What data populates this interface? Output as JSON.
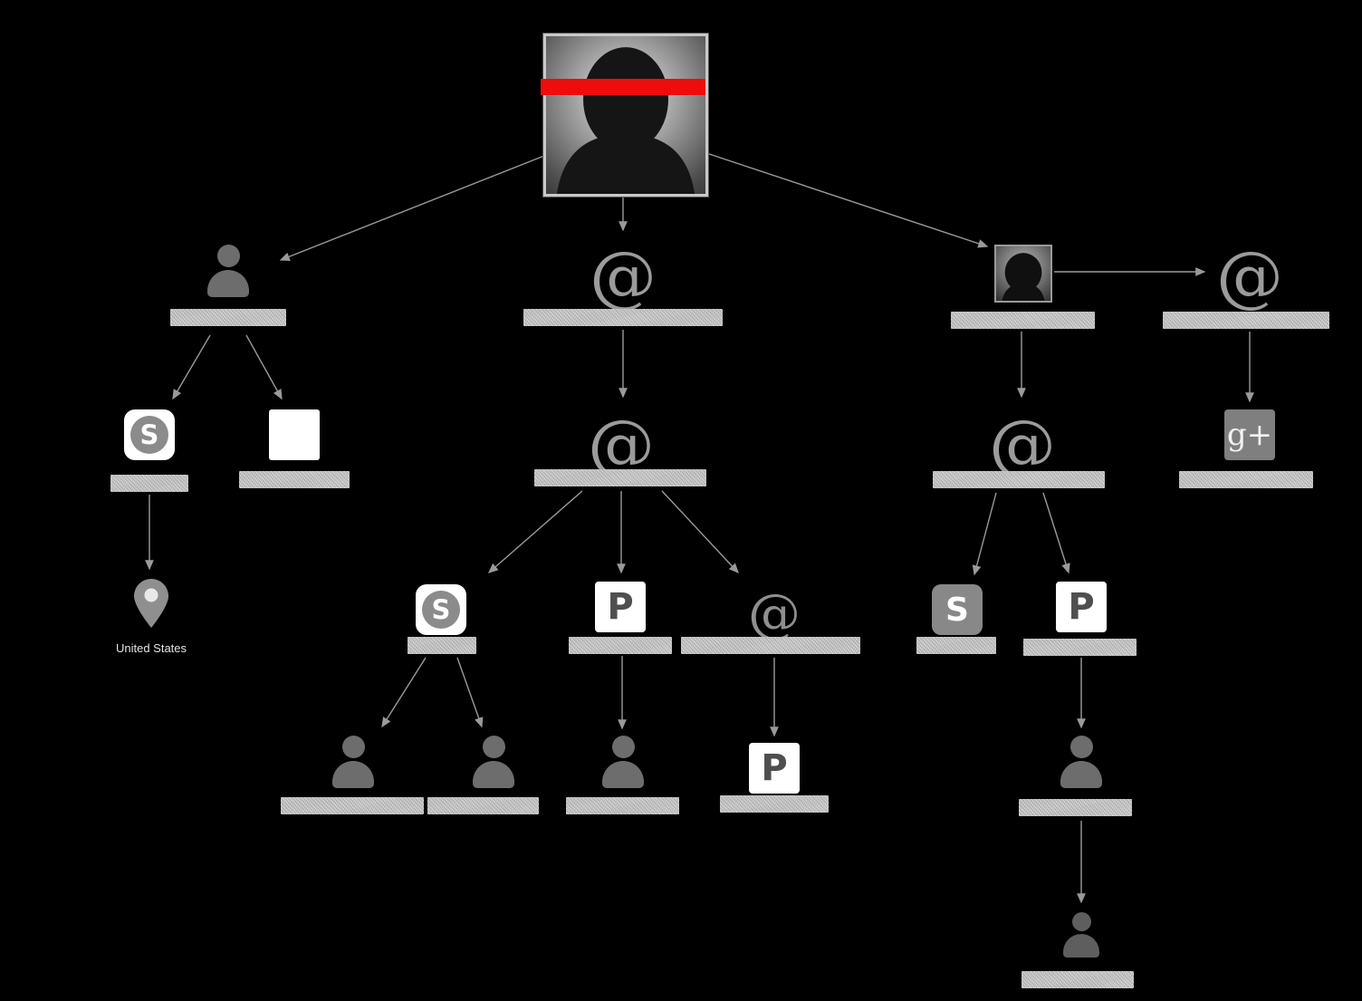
{
  "diagram": {
    "tool": "link-analysis-graph",
    "background_color": "#000000",
    "redaction_bar_color": "#ee0c0c",
    "label_bar_color": "#d7d7d7",
    "location_label": "United States",
    "icons": {
      "email_glyph": "@",
      "skype_glyph": "S",
      "pandora_glyph": "P",
      "gplus_glyph": "g+"
    },
    "nodes": [
      {
        "id": "main-photo",
        "type": "photo",
        "label": ""
      },
      {
        "id": "person-left",
        "type": "person",
        "label": ""
      },
      {
        "id": "email-top",
        "type": "email",
        "label": ""
      },
      {
        "id": "photo-thumb",
        "type": "photo",
        "label": ""
      },
      {
        "id": "email-far-right",
        "type": "email",
        "label": ""
      },
      {
        "id": "skype-left",
        "type": "skype",
        "label": ""
      },
      {
        "id": "white-square",
        "type": "document",
        "label": ""
      },
      {
        "id": "location-pin",
        "type": "location",
        "label": "United States"
      },
      {
        "id": "email-mid",
        "type": "email",
        "label": ""
      },
      {
        "id": "skype-mid",
        "type": "skype",
        "label": ""
      },
      {
        "id": "pandora-mid",
        "type": "pandora",
        "label": ""
      },
      {
        "id": "email-small",
        "type": "email",
        "label": ""
      },
      {
        "id": "person-b1",
        "type": "person",
        "label": ""
      },
      {
        "id": "person-b2",
        "type": "person",
        "label": ""
      },
      {
        "id": "person-b3",
        "type": "person",
        "label": ""
      },
      {
        "id": "pandora-bottom",
        "type": "pandora",
        "label": ""
      },
      {
        "id": "email-right-mid",
        "type": "email",
        "label": ""
      },
      {
        "id": "gplus",
        "type": "google-plus",
        "label": ""
      },
      {
        "id": "skype-right",
        "type": "skype",
        "label": ""
      },
      {
        "id": "pandora-right",
        "type": "pandora",
        "label": ""
      },
      {
        "id": "person-right",
        "type": "person",
        "label": ""
      },
      {
        "id": "person-far-bottom",
        "type": "person",
        "label": ""
      }
    ]
  }
}
